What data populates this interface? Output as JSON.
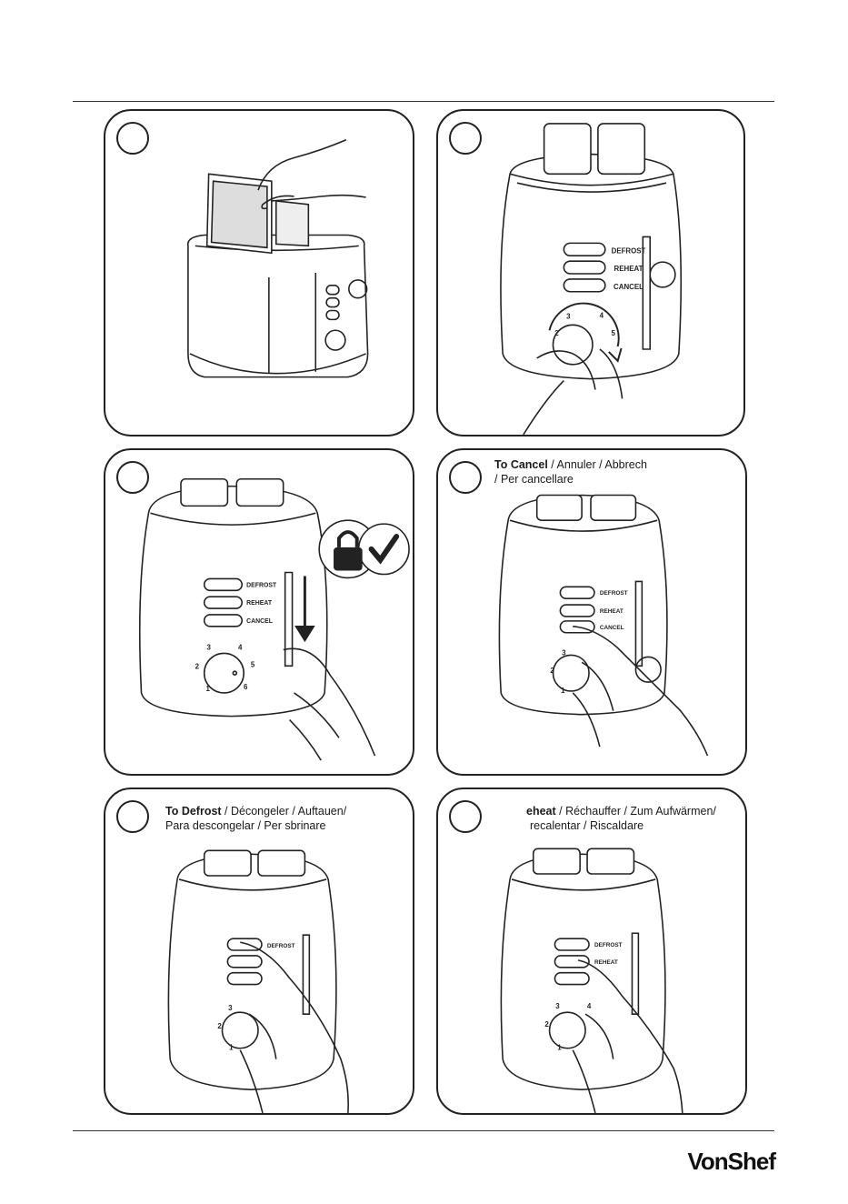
{
  "panels": {
    "p3": {
      "cancel_bold": "To Cancel",
      "cancel_rest": " / Annuler / Abbrech",
      "cancel_line2": "/ Per cancellare"
    },
    "p4": {
      "defrost_bold": "To Defrost",
      "defrost_rest": " / Décongeler / Auftauen/",
      "defrost_line2": "Para descongelar / Per sbrinare"
    },
    "p5": {
      "reheat_bold": "eheat",
      "reheat_rest": " / Réchauffer / Zum Aufwärmen/",
      "reheat_line2": "recalentar / Riscaldare"
    }
  },
  "button_labels": {
    "defrost": "DEFROST",
    "reheat": "REHEAT",
    "cancel": "CANCEL"
  },
  "dial_numbers": [
    "1",
    "2",
    "3",
    "4",
    "5",
    "6"
  ],
  "brand": "VonShef"
}
